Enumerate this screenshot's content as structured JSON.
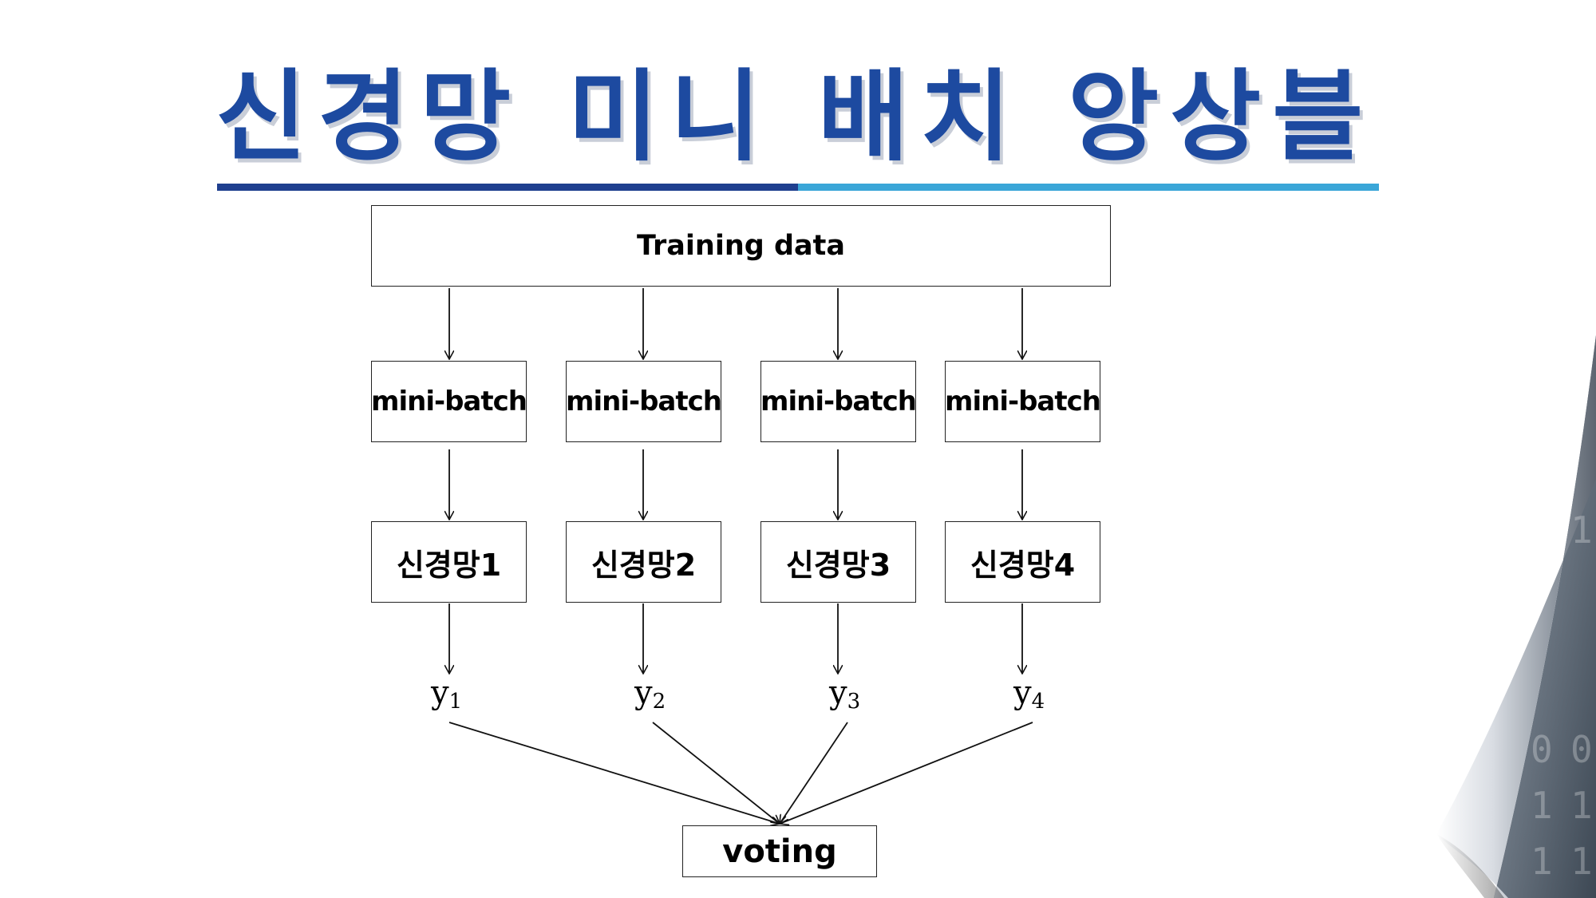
{
  "title": "신경망 미니 배치 앙상블",
  "diagram": {
    "training_data": "Training data",
    "mini_batches": [
      "mini-batch",
      "mini-batch",
      "mini-batch",
      "mini-batch"
    ],
    "networks": [
      "신경망1",
      "신경망2",
      "신경망3",
      "신경망4"
    ],
    "outputs": [
      {
        "base": "y",
        "sub": "1"
      },
      {
        "base": "y",
        "sub": "2"
      },
      {
        "base": "y",
        "sub": "3"
      },
      {
        "base": "y",
        "sub": "4"
      }
    ],
    "voting": "voting"
  },
  "decoration": {
    "binary_digits": [
      "1",
      "0",
      "0",
      "1",
      "1",
      "1",
      "1"
    ]
  },
  "colors": {
    "title": "#1d4aa0",
    "underline_dark": "#1f3f8f",
    "underline_light": "#3aa6d8"
  }
}
